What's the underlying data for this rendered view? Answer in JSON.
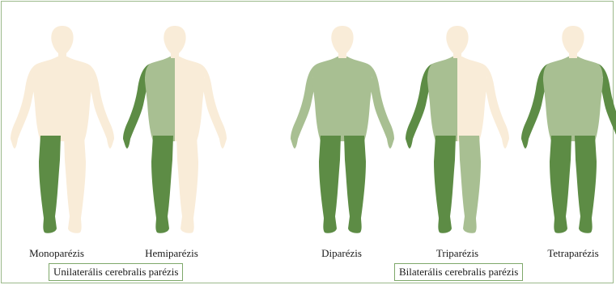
{
  "colors": {
    "skin": "#f9ecd8",
    "affected_strong": "#5d8c45",
    "affected_light": "#a8bf92",
    "border": "#9bb98a"
  },
  "figures": [
    {
      "label": "Monoparézis",
      "regions": {
        "head": "skin",
        "trunk_left": "skin",
        "trunk_right": "skin",
        "arm_left": "skin",
        "arm_right": "skin",
        "leg_left": "affected_strong",
        "leg_right": "skin"
      }
    },
    {
      "label": "Hemiparézis",
      "regions": {
        "head": "skin",
        "trunk_left": "affected_light",
        "trunk_right": "skin",
        "arm_left": "affected_strong",
        "arm_right": "skin",
        "leg_left": "affected_strong",
        "leg_right": "skin"
      }
    },
    {
      "label": "Diparézis",
      "regions": {
        "head": "skin",
        "trunk_left": "affected_light",
        "trunk_right": "affected_light",
        "arm_left": "affected_light",
        "arm_right": "affected_light",
        "leg_left": "affected_strong",
        "leg_right": "affected_strong"
      }
    },
    {
      "label": "Triparézis",
      "regions": {
        "head": "skin",
        "trunk_left": "affected_light",
        "trunk_right": "skin",
        "arm_left": "affected_strong",
        "arm_right": "skin",
        "leg_left": "affected_strong",
        "leg_right": "affected_light"
      }
    },
    {
      "label": "Tetraparézis",
      "regions": {
        "head": "skin",
        "trunk_left": "affected_light",
        "trunk_right": "affected_light",
        "arm_left": "affected_strong",
        "arm_right": "affected_strong",
        "leg_left": "affected_strong",
        "leg_right": "affected_strong"
      }
    }
  ],
  "groups": {
    "unilateral": "Unilaterális cerebralis parézis",
    "bilateral": "Bilaterális cerebralis parézis"
  }
}
